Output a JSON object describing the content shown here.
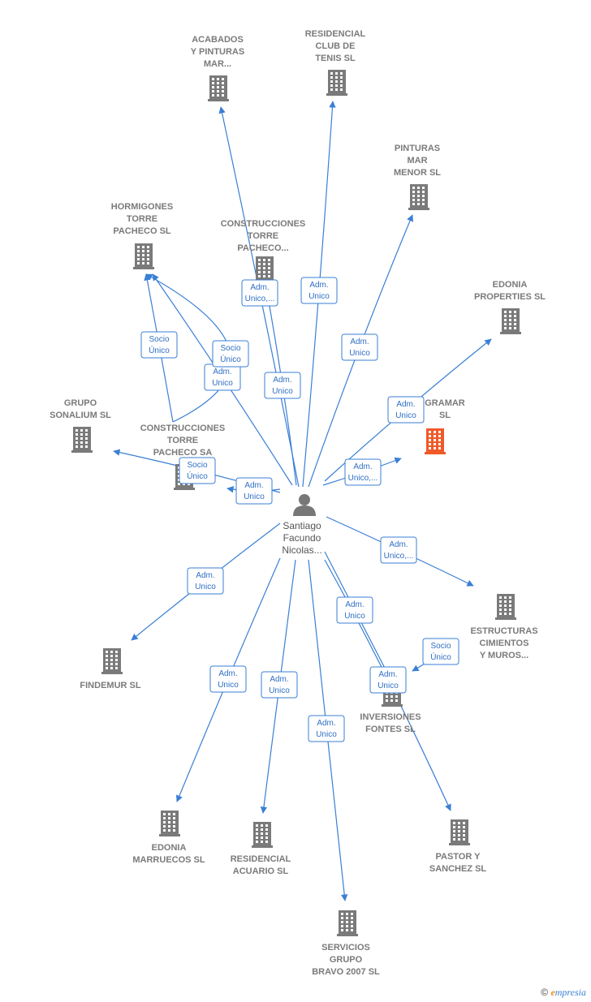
{
  "colors": {
    "edge": "#3a7fd5",
    "building": "#7a7a7a",
    "highlight": "#f0592a",
    "person": "#777777"
  },
  "person": {
    "id": "p",
    "label": [
      "Santiago",
      "Facundo",
      "Nicolas..."
    ],
    "icon": "person-icon"
  },
  "companies": [
    {
      "id": "acabados",
      "label": [
        "ACABADOS",
        "Y PINTURAS",
        "MAR..."
      ],
      "icon": "building-icon"
    },
    {
      "id": "residencial_club",
      "label": [
        "RESIDENCIAL",
        "CLUB DE",
        "TENIS SL"
      ],
      "icon": "building-icon"
    },
    {
      "id": "pinturas",
      "label": [
        "PINTURAS",
        "MAR",
        "MENOR SL"
      ],
      "icon": "building-icon"
    },
    {
      "id": "hormigones",
      "label": [
        "HORMIGONES",
        "TORRE",
        "PACHECO SL"
      ],
      "icon": "building-icon"
    },
    {
      "id": "construcciones_tp",
      "label": [
        "CONSTRUCCIONES",
        "TORRE",
        "PACHECO..."
      ],
      "icon": "building-icon"
    },
    {
      "id": "edonia_prop",
      "label": [
        "EDONIA",
        "PROPERTIES SL"
      ],
      "icon": "building-icon"
    },
    {
      "id": "gramar",
      "label": [
        "GRAMAR",
        "SL"
      ],
      "icon": "building-icon",
      "highlight": true
    },
    {
      "id": "sonalium",
      "label": [
        "GRUPO",
        "SONALIUM  SL"
      ],
      "icon": "building-icon"
    },
    {
      "id": "construcciones_sa",
      "label": [
        "CONSTRUCCIONES",
        "TORRE",
        "PACHECO SA"
      ],
      "icon": "building-icon"
    },
    {
      "id": "estructuras",
      "label": [
        "ESTRUCTURAS",
        "CIMIENTOS",
        "Y MUROS..."
      ],
      "icon": "building-icon"
    },
    {
      "id": "findemur",
      "label": [
        "FINDEMUR SL"
      ],
      "icon": "building-icon"
    },
    {
      "id": "inversiones",
      "label": [
        "INVERSIONES",
        "FONTES SL"
      ],
      "icon": "building-icon"
    },
    {
      "id": "edonia_marr",
      "label": [
        "EDONIA",
        "MARRUECOS SL"
      ],
      "icon": "building-icon"
    },
    {
      "id": "residencial_acuario",
      "label": [
        "RESIDENCIAL",
        "ACUARIO SL"
      ],
      "icon": "building-icon"
    },
    {
      "id": "pastor",
      "label": [
        "PASTOR Y",
        "SANCHEZ SL"
      ],
      "icon": "building-icon"
    },
    {
      "id": "servicios",
      "label": [
        "SERVICIOS",
        "GRUPO",
        "BRAVO 2007 SL"
      ],
      "icon": "building-icon"
    }
  ],
  "edges": [
    {
      "from": "p",
      "to": "acabados",
      "label": [
        "Adm.",
        "Unico,..."
      ]
    },
    {
      "from": "p",
      "to": "residencial_club",
      "label": [
        "Adm.",
        "Unico"
      ]
    },
    {
      "from": "p",
      "to": "pinturas",
      "label": [
        "Adm.",
        "Unico"
      ]
    },
    {
      "from": "p",
      "to": "hormigones",
      "label": [
        "Socio",
        "Único"
      ]
    },
    {
      "from": "p",
      "to": "hormigones",
      "label": [
        "Adm.",
        "Unico"
      ]
    },
    {
      "from": "p",
      "to": "construcciones_tp",
      "label": [
        "Adm.",
        "Unico"
      ]
    },
    {
      "from": "p",
      "to": "edonia_prop",
      "label": [
        "Adm.",
        "Unico"
      ]
    },
    {
      "from": "p",
      "to": "gramar",
      "label": [
        "Adm.",
        "Unico,..."
      ]
    },
    {
      "from": "p",
      "to": "sonalium",
      "label": [
        "Socio",
        "Único"
      ]
    },
    {
      "from": "p",
      "to": "construcciones_sa",
      "label": [
        "Adm.",
        "Unico"
      ]
    },
    {
      "from": "p",
      "to": "estructuras",
      "label": [
        "Adm.",
        "Unico,..."
      ]
    },
    {
      "from": "p",
      "to": "findemur",
      "label": [
        "Adm.",
        "Unico"
      ]
    },
    {
      "from": "p",
      "to": "inversiones",
      "label": [
        "Adm.",
        "Unico"
      ]
    },
    {
      "from": "p",
      "to": "edonia_marr",
      "label": [
        "Adm.",
        "Unico"
      ]
    },
    {
      "from": "p",
      "to": "residencial_acuario",
      "label": [
        "Adm.",
        "Unico"
      ]
    },
    {
      "from": "p",
      "to": "pastor",
      "label": [
        "Adm.",
        "Unico"
      ]
    },
    {
      "from": "p",
      "to": "servicios",
      "label": [
        "Adm.",
        "Unico"
      ]
    },
    {
      "from": "construcciones_sa",
      "to": "hormigones",
      "label": [
        "Socio",
        "Único"
      ]
    },
    {
      "from": "estructuras",
      "to": "inversiones",
      "label": [
        "Socio",
        "Único"
      ]
    }
  ],
  "footer": {
    "copyright": "©",
    "brand_initial": "e",
    "brand_rest": "mpresia"
  }
}
